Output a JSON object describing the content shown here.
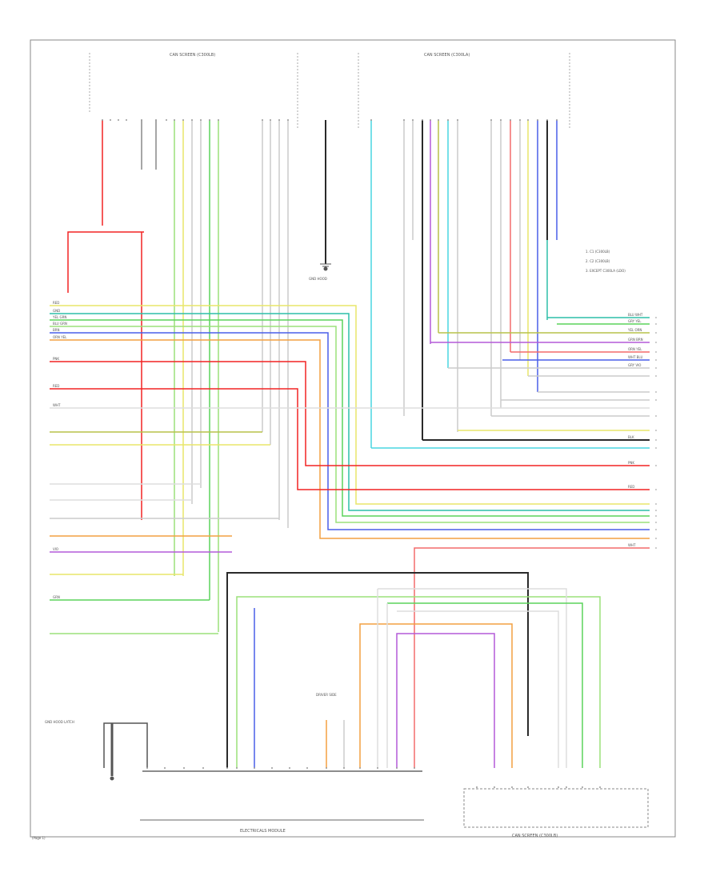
{
  "diagram": {
    "top_connector_left_title": "CAN SCREEN (C300LB)",
    "top_connector_right_title": "CAN SCREEN (C300LA)",
    "component_left_bottom": "ELECTRICALS MODULE",
    "component_right_bottom": "CAN SCREEN (C300LB)",
    "page_footer": "(Page 1)",
    "notes": [
      "1. C1 (C300LB)",
      "2. C2 (C300LB)",
      "3. EXCEPT C300LA (LDO)"
    ],
    "left_ground_label": "GND HOOD LATCH",
    "center_ground_label": "GND HOOD",
    "bottom_connector_label": "DRIVER SIDE",
    "top_wire_labels": [
      "RED",
      "GND",
      "YEL GRN",
      "BLU GRN",
      "BRN",
      "ORN YEL",
      "PNK",
      "RED",
      "WHT",
      "GRN",
      "VIO"
    ],
    "right_wire_labels": [
      "BLU WHT",
      "GRY YEL",
      "YEL ORN",
      "GRN BRN",
      "ORN YEL",
      "WHT BLU",
      "GRY VIO",
      "BLK",
      "PNK",
      "RED",
      "WHT"
    ]
  },
  "colors": {
    "red": "#f22424",
    "pink": "#f36b6b",
    "yellow": "#e8e66a",
    "green": "#5bd35b",
    "lightgreen": "#9be07a",
    "blue": "#4a5ee8",
    "teal": "#2dbfa8",
    "cyan": "#49d6e0",
    "orange": "#f4a040",
    "violet": "#b45ad8",
    "gray": "#9a9a9a",
    "black": "#2a2a2a",
    "olive": "#b7c24a"
  }
}
